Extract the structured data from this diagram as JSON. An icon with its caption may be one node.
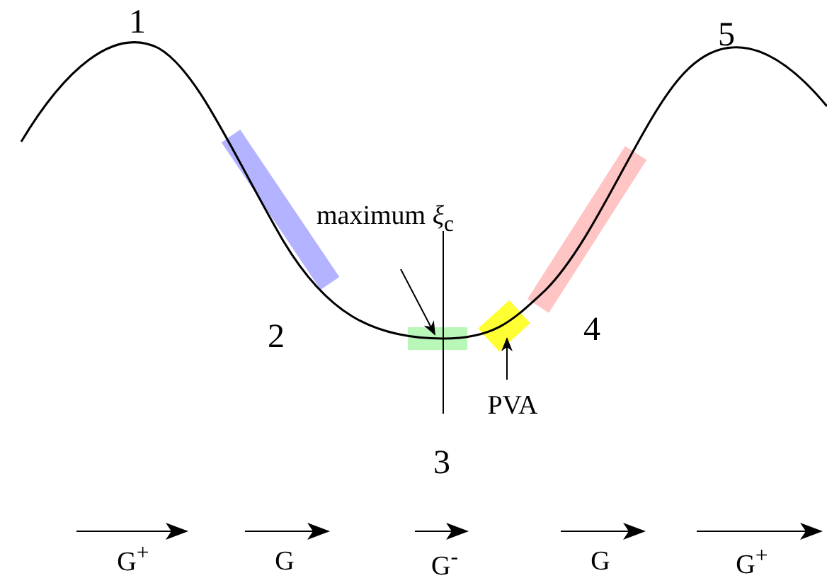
{
  "diagram": {
    "nodes": [
      {
        "text": [
          "maximum *ξ*$_{c}$"
        ]
      },
      {
        "text": [],
        "shape": "bar"
      },
      {
        "text": [],
        "shape": "bar"
      },
      {
        "text": [],
        "shape": "bar"
      },
      {
        "text": [],
        "shape": "bar"
      },
      {
        "text": [
          "PVA"
        ]
      }
    ],
    "edges": [
      {
        "from": 0,
        "to": 2,
        "arrow": "to"
      },
      {
        "from": 5,
        "to": 3,
        "arrow": "to"
      }
    ],
    "labels": [
      "1",
      "5",
      "2",
      "4",
      "3",
      "G$^{+}$",
      "G",
      "G$^{-}$",
      "G",
      "G$^{+}$"
    ]
  }
}
